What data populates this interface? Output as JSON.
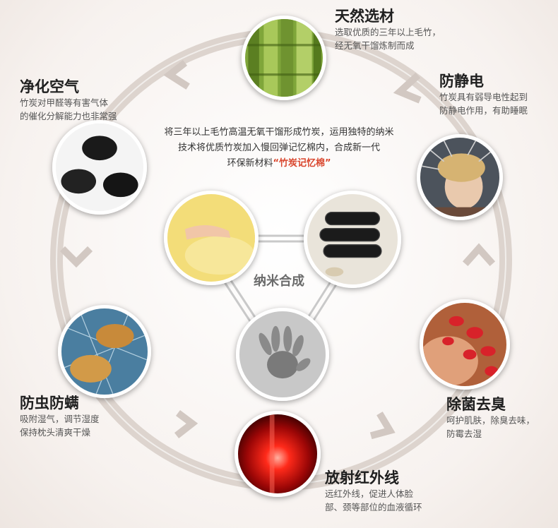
{
  "intro": {
    "line1": "将三年以上毛竹高温无氧干馏形成竹炭，运用独特的纳米",
    "line2": "技术将优质竹炭加入慢回弹记忆棉内，合成新一代",
    "line3_prefix": "环保新材料",
    "highlight": "“竹炭记忆棉”"
  },
  "center_label": "纳米合成",
  "features": {
    "natural": {
      "title": "天然选材",
      "line1": "选取优质的三年以上毛竹，",
      "line2": "经无氧干馏炼制而成"
    },
    "antistatic": {
      "title": "防静电",
      "line1": "竹炭具有弱导电性起到",
      "line2": "防静电作用，有助睡眠"
    },
    "antibacterial": {
      "title": "除菌去臭",
      "line1": "呵护肌肤，除臭去味，",
      "line2": "防霉去湿"
    },
    "infrared": {
      "title": "放射红外线",
      "line1": "远红外线，促进人体脸",
      "line2": "部、颈等部位的血液循环"
    },
    "antimite": {
      "title": "防虫防螨",
      "line1": "吸附湿气，调节湿度",
      "line2": "保持枕头清爽干燥"
    },
    "purify": {
      "title": "净化空气",
      "line1": "竹炭对甲醛等有害气体",
      "line2": "的催化分解能力也非常强"
    }
  },
  "colors": {
    "ring": "#d9d0ca",
    "accent": "#d9452c",
    "title": "#1f1f1f",
    "desc": "#555555"
  }
}
